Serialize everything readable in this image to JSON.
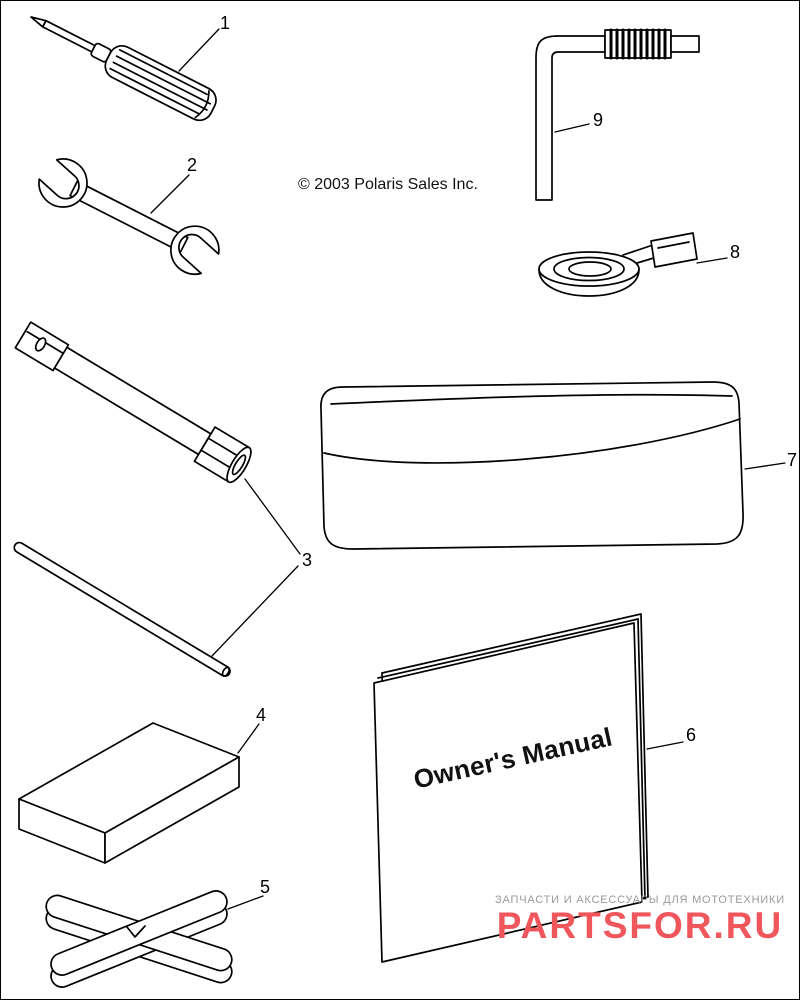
{
  "figure": {
    "copyright": "© 2003 Polaris Sales Inc."
  },
  "manual": {
    "title": "Owner's Manual"
  },
  "callouts": [
    "1",
    "2",
    "3",
    "4",
    "5",
    "6",
    "7",
    "8",
    "9"
  ],
  "parts": [
    {
      "callout": "1",
      "icon": "screwdriver-drawing"
    },
    {
      "callout": "2",
      "icon": "open-end-wrench-drawing"
    },
    {
      "callout": "3",
      "icon": "spark-plug-wrench-and-rod-drawing"
    },
    {
      "callout": "4",
      "icon": "flat-block-drawing"
    },
    {
      "callout": "5",
      "icon": "x-shaped-tool-drawing"
    },
    {
      "callout": "6",
      "icon": "owners-manual-drawing"
    },
    {
      "callout": "7",
      "icon": "tool-pouch-drawing"
    },
    {
      "callout": "8",
      "icon": "strap-roll-drawing"
    },
    {
      "callout": "9",
      "icon": "hex-key-drawing"
    }
  ],
  "watermark": {
    "tagline": "ЗАПЧАСТИ И АКСЕССУАРЫ ДЛЯ МОТОТЕХНИКИ",
    "brand": "PARTSFOR.RU"
  },
  "colors": {
    "line": "#000000",
    "background": "#ffffff",
    "watermark_brand": "#ef575c",
    "watermark_tagline": "#9a9a9a"
  }
}
